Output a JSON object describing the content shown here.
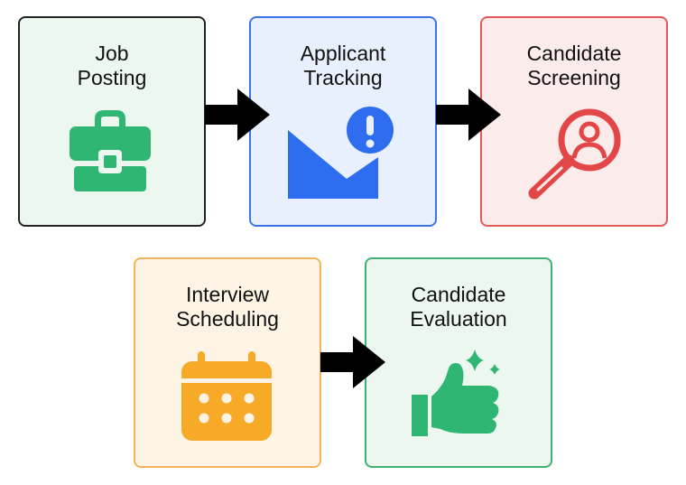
{
  "steps": [
    {
      "label": "Job\nPosting",
      "icon": "briefcase-icon",
      "color": "#2fb673"
    },
    {
      "label": "Applicant\nTracking",
      "icon": "mail-alert-icon",
      "color": "#2f6df0"
    },
    {
      "label": "Candidate\nScreening",
      "icon": "search-user-icon",
      "color": "#e34646"
    },
    {
      "label": "Interview\nScheduling",
      "icon": "calendar-icon",
      "color": "#f7a928"
    },
    {
      "label": "Candidate\nEvaluation",
      "icon": "thumbs-up-sparkle-icon",
      "color": "#2fb673"
    }
  ],
  "connectors": [
    {
      "from": "Job\nPosting",
      "to": "Applicant\nTracking"
    },
    {
      "from": "Applicant\nTracking",
      "to": "Candidate\nScreening"
    },
    {
      "from": "Interview\nScheduling",
      "to": "Candidate\nEvaluation"
    }
  ]
}
